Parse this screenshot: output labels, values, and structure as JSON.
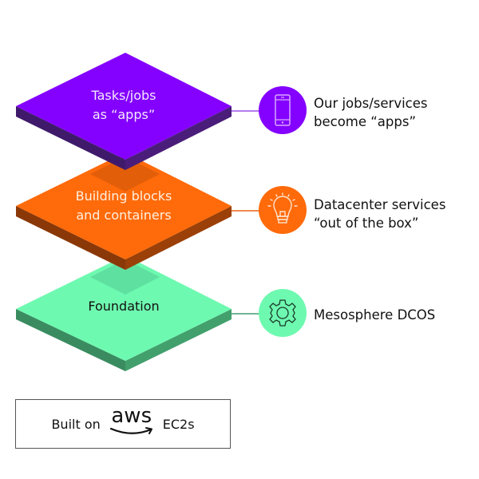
{
  "layers": [
    {
      "label_lines": [
        "Tasks/jobs",
        "as “apps”"
      ],
      "description_lines": [
        "Our jobs/services",
        "become “apps”"
      ],
      "icon": "smartphone-icon",
      "colors": {
        "top": "#8400ff",
        "side": "#4a1d7a",
        "text": "#f3e9ff",
        "icon_stroke": "#d9a8ff",
        "connector": "#b57cf0"
      }
    },
    {
      "label_lines": [
        "Building blocks",
        "and containers"
      ],
      "description_lines": [
        "Datacenter services",
        "“out of the box”"
      ],
      "icon": "lightbulb-icon",
      "colors": {
        "top": "#ff6a0a",
        "side": "#8c3a08",
        "shadow": "#e35e08",
        "text": "#fff0e0",
        "icon_stroke": "#ffe4cf",
        "connector": "#f08a50"
      }
    },
    {
      "label_lines": [
        "Foundation"
      ],
      "description_lines": [
        "Mesosphere DCOS"
      ],
      "icon": "gear-icon",
      "colors": {
        "top": "#6ef9b0",
        "side": "#3e9466",
        "shadow": "#5ee0a0",
        "text": "#111111",
        "icon_stroke": "#1a3a2a",
        "connector": "#6fb595"
      }
    }
  ],
  "footer": {
    "prefix": "Built on",
    "logo_text": "aws",
    "suffix": "EC2s"
  }
}
